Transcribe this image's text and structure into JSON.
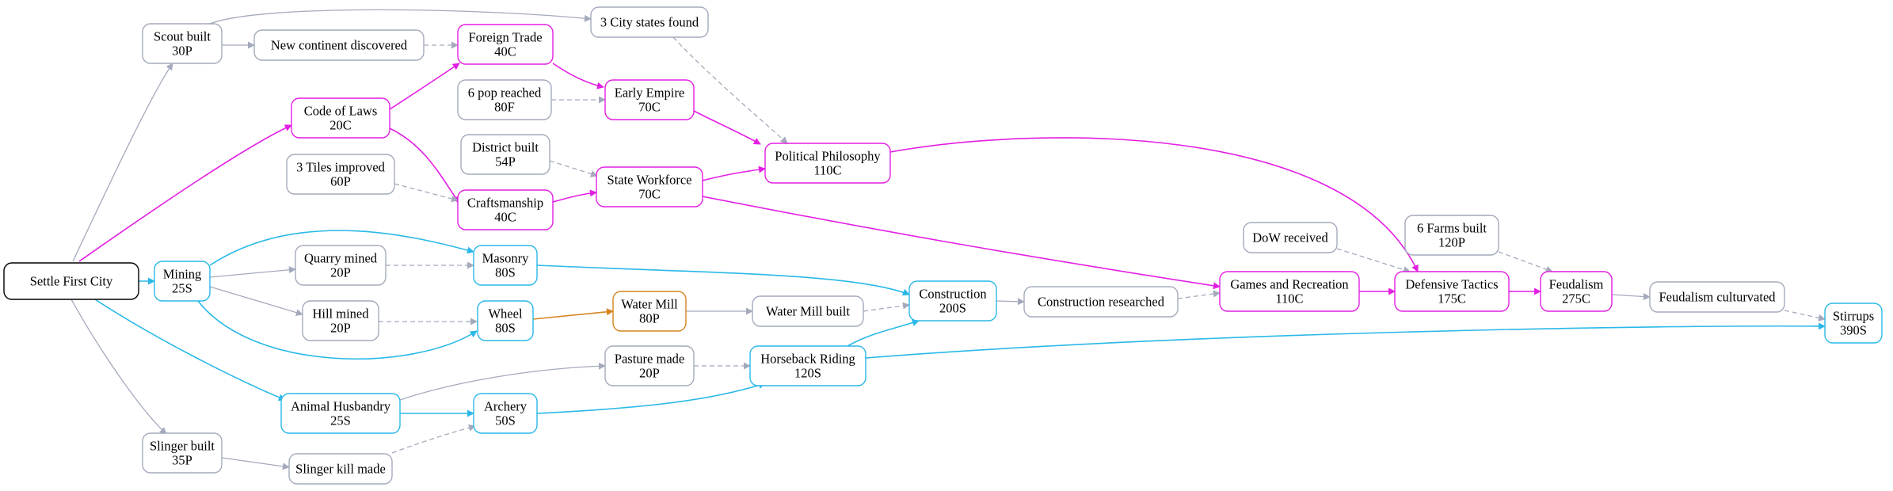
{
  "graph": {
    "colors": {
      "start": "#000000",
      "milestone": "#a4aabc",
      "civic": "#e31ee3",
      "tech": "#2ab8e8",
      "wonder": "#d6841e"
    },
    "nodes": [
      {
        "id": "settle",
        "lines": [
          "Settle First City"
        ],
        "kind": "start"
      },
      {
        "id": "scout",
        "lines": [
          "Scout built",
          "30P"
        ],
        "kind": "milestone"
      },
      {
        "id": "newcont",
        "lines": [
          "New continent discovered"
        ],
        "kind": "milestone"
      },
      {
        "id": "citystates",
        "lines": [
          "3 City states found"
        ],
        "kind": "milestone"
      },
      {
        "id": "foreign",
        "lines": [
          "Foreign Trade",
          "40C"
        ],
        "kind": "civic"
      },
      {
        "id": "code",
        "lines": [
          "Code of Laws",
          "20C"
        ],
        "kind": "civic"
      },
      {
        "id": "pop6",
        "lines": [
          "6 pop reached",
          "80F"
        ],
        "kind": "milestone"
      },
      {
        "id": "early",
        "lines": [
          "Early Empire",
          "70C"
        ],
        "kind": "civic"
      },
      {
        "id": "tiles3",
        "lines": [
          "3 Tiles improved",
          "60P"
        ],
        "kind": "milestone"
      },
      {
        "id": "district",
        "lines": [
          "District built",
          "54P"
        ],
        "kind": "milestone"
      },
      {
        "id": "craft",
        "lines": [
          "Craftsmanship",
          "40C"
        ],
        "kind": "civic"
      },
      {
        "id": "statewf",
        "lines": [
          "State Workforce",
          "70C"
        ],
        "kind": "civic"
      },
      {
        "id": "polphil",
        "lines": [
          "Political Philosophy",
          "110C"
        ],
        "kind": "civic"
      },
      {
        "id": "mining",
        "lines": [
          "Mining",
          "25S"
        ],
        "kind": "tech"
      },
      {
        "id": "quarry",
        "lines": [
          "Quarry mined",
          "20P"
        ],
        "kind": "milestone"
      },
      {
        "id": "masonry",
        "lines": [
          "Masonry",
          "80S"
        ],
        "kind": "tech"
      },
      {
        "id": "hill",
        "lines": [
          "Hill mined",
          "20P"
        ],
        "kind": "milestone"
      },
      {
        "id": "wheel",
        "lines": [
          "Wheel",
          "80S"
        ],
        "kind": "tech"
      },
      {
        "id": "watermill",
        "lines": [
          "Water Mill",
          "80P"
        ],
        "kind": "wonder"
      },
      {
        "id": "wmbuilt",
        "lines": [
          "Water Mill built"
        ],
        "kind": "milestone"
      },
      {
        "id": "construction",
        "lines": [
          "Construction",
          "200S"
        ],
        "kind": "tech"
      },
      {
        "id": "conres",
        "lines": [
          "Construction researched"
        ],
        "kind": "milestone"
      },
      {
        "id": "games",
        "lines": [
          "Games and Recreation",
          "110C"
        ],
        "kind": "civic"
      },
      {
        "id": "dow",
        "lines": [
          "DoW received"
        ],
        "kind": "milestone"
      },
      {
        "id": "deftac",
        "lines": [
          "Defensive Tactics",
          "175C"
        ],
        "kind": "civic"
      },
      {
        "id": "farms6",
        "lines": [
          "6 Farms built",
          "120P"
        ],
        "kind": "milestone"
      },
      {
        "id": "feud",
        "lines": [
          "Feudalism",
          "275C"
        ],
        "kind": "civic"
      },
      {
        "id": "feudcult",
        "lines": [
          "Feudalism culturvated"
        ],
        "kind": "milestone"
      },
      {
        "id": "stirrups",
        "lines": [
          "Stirrups",
          "390S"
        ],
        "kind": "tech"
      },
      {
        "id": "animal",
        "lines": [
          "Animal Husbandry",
          "25S"
        ],
        "kind": "tech"
      },
      {
        "id": "pasture",
        "lines": [
          "Pasture made",
          "20P"
        ],
        "kind": "milestone"
      },
      {
        "id": "archery",
        "lines": [
          "Archery",
          "50S"
        ],
        "kind": "tech"
      },
      {
        "id": "horse",
        "lines": [
          "Horseback Riding",
          "120S"
        ],
        "kind": "tech"
      },
      {
        "id": "slinger",
        "lines": [
          "Slinger built",
          "35P"
        ],
        "kind": "milestone"
      },
      {
        "id": "slkill",
        "lines": [
          "Slinger kill made"
        ],
        "kind": "milestone"
      }
    ],
    "edges": [
      {
        "from": "settle",
        "to": "scout",
        "kind": "milestone",
        "style": "solid"
      },
      {
        "from": "settle",
        "to": "code",
        "kind": "civic",
        "style": "solid"
      },
      {
        "from": "settle",
        "to": "mining",
        "kind": "tech",
        "style": "solid"
      },
      {
        "from": "settle",
        "to": "animal",
        "kind": "tech",
        "style": "solid"
      },
      {
        "from": "settle",
        "to": "slinger",
        "kind": "milestone",
        "style": "solid"
      },
      {
        "from": "scout",
        "to": "newcont",
        "kind": "milestone",
        "style": "solid"
      },
      {
        "from": "scout",
        "to": "citystates",
        "kind": "milestone",
        "style": "solid"
      },
      {
        "from": "newcont",
        "to": "foreign",
        "kind": "milestone",
        "style": "dashed"
      },
      {
        "from": "code",
        "to": "foreign",
        "kind": "civic",
        "style": "solid"
      },
      {
        "from": "code",
        "to": "craft",
        "kind": "civic",
        "style": "solid"
      },
      {
        "from": "foreign",
        "to": "early",
        "kind": "civic",
        "style": "solid"
      },
      {
        "from": "pop6",
        "to": "early",
        "kind": "milestone",
        "style": "dashed"
      },
      {
        "from": "early",
        "to": "polphil",
        "kind": "civic",
        "style": "solid"
      },
      {
        "from": "citystates",
        "to": "polphil",
        "kind": "milestone",
        "style": "dashed"
      },
      {
        "from": "tiles3",
        "to": "craft",
        "kind": "milestone",
        "style": "dashed"
      },
      {
        "from": "craft",
        "to": "statewf",
        "kind": "civic",
        "style": "solid"
      },
      {
        "from": "district",
        "to": "statewf",
        "kind": "milestone",
        "style": "dashed"
      },
      {
        "from": "statewf",
        "to": "polphil",
        "kind": "civic",
        "style": "solid"
      },
      {
        "from": "statewf",
        "to": "games",
        "kind": "civic",
        "style": "solid"
      },
      {
        "from": "polphil",
        "to": "deftac",
        "kind": "civic",
        "style": "solid"
      },
      {
        "from": "mining",
        "to": "masonry",
        "kind": "tech",
        "style": "solid"
      },
      {
        "from": "mining",
        "to": "quarry",
        "kind": "milestone",
        "style": "solid"
      },
      {
        "from": "mining",
        "to": "hill",
        "kind": "milestone",
        "style": "solid"
      },
      {
        "from": "mining",
        "to": "wheel",
        "kind": "tech",
        "style": "solid"
      },
      {
        "from": "quarry",
        "to": "masonry",
        "kind": "milestone",
        "style": "dashed"
      },
      {
        "from": "hill",
        "to": "wheel",
        "kind": "milestone",
        "style": "dashed"
      },
      {
        "from": "masonry",
        "to": "construction",
        "kind": "tech",
        "style": "solid"
      },
      {
        "from": "wheel",
        "to": "watermill",
        "kind": "wonder",
        "style": "solid"
      },
      {
        "from": "watermill",
        "to": "wmbuilt",
        "kind": "milestone",
        "style": "solid"
      },
      {
        "from": "wmbuilt",
        "to": "construction",
        "kind": "milestone",
        "style": "dashed"
      },
      {
        "from": "horse",
        "to": "construction",
        "kind": "tech",
        "style": "solid"
      },
      {
        "from": "construction",
        "to": "conres",
        "kind": "milestone",
        "style": "solid"
      },
      {
        "from": "conres",
        "to": "games",
        "kind": "milestone",
        "style": "dashed"
      },
      {
        "from": "games",
        "to": "deftac",
        "kind": "civic",
        "style": "solid"
      },
      {
        "from": "dow",
        "to": "deftac",
        "kind": "milestone",
        "style": "dashed"
      },
      {
        "from": "deftac",
        "to": "feud",
        "kind": "civic",
        "style": "solid"
      },
      {
        "from": "farms6",
        "to": "feud",
        "kind": "milestone",
        "style": "dashed"
      },
      {
        "from": "feud",
        "to": "feudcult",
        "kind": "milestone",
        "style": "solid"
      },
      {
        "from": "feudcult",
        "to": "stirrups",
        "kind": "milestone",
        "style": "dashed"
      },
      {
        "from": "horse",
        "to": "stirrups",
        "kind": "tech",
        "style": "solid"
      },
      {
        "from": "animal",
        "to": "pasture",
        "kind": "milestone",
        "style": "solid"
      },
      {
        "from": "animal",
        "to": "archery",
        "kind": "tech",
        "style": "solid"
      },
      {
        "from": "pasture",
        "to": "horse",
        "kind": "milestone",
        "style": "dashed"
      },
      {
        "from": "archery",
        "to": "horse",
        "kind": "tech",
        "style": "solid"
      },
      {
        "from": "slinger",
        "to": "slkill",
        "kind": "milestone",
        "style": "solid"
      },
      {
        "from": "slkill",
        "to": "archery",
        "kind": "milestone",
        "style": "dashed"
      }
    ]
  }
}
